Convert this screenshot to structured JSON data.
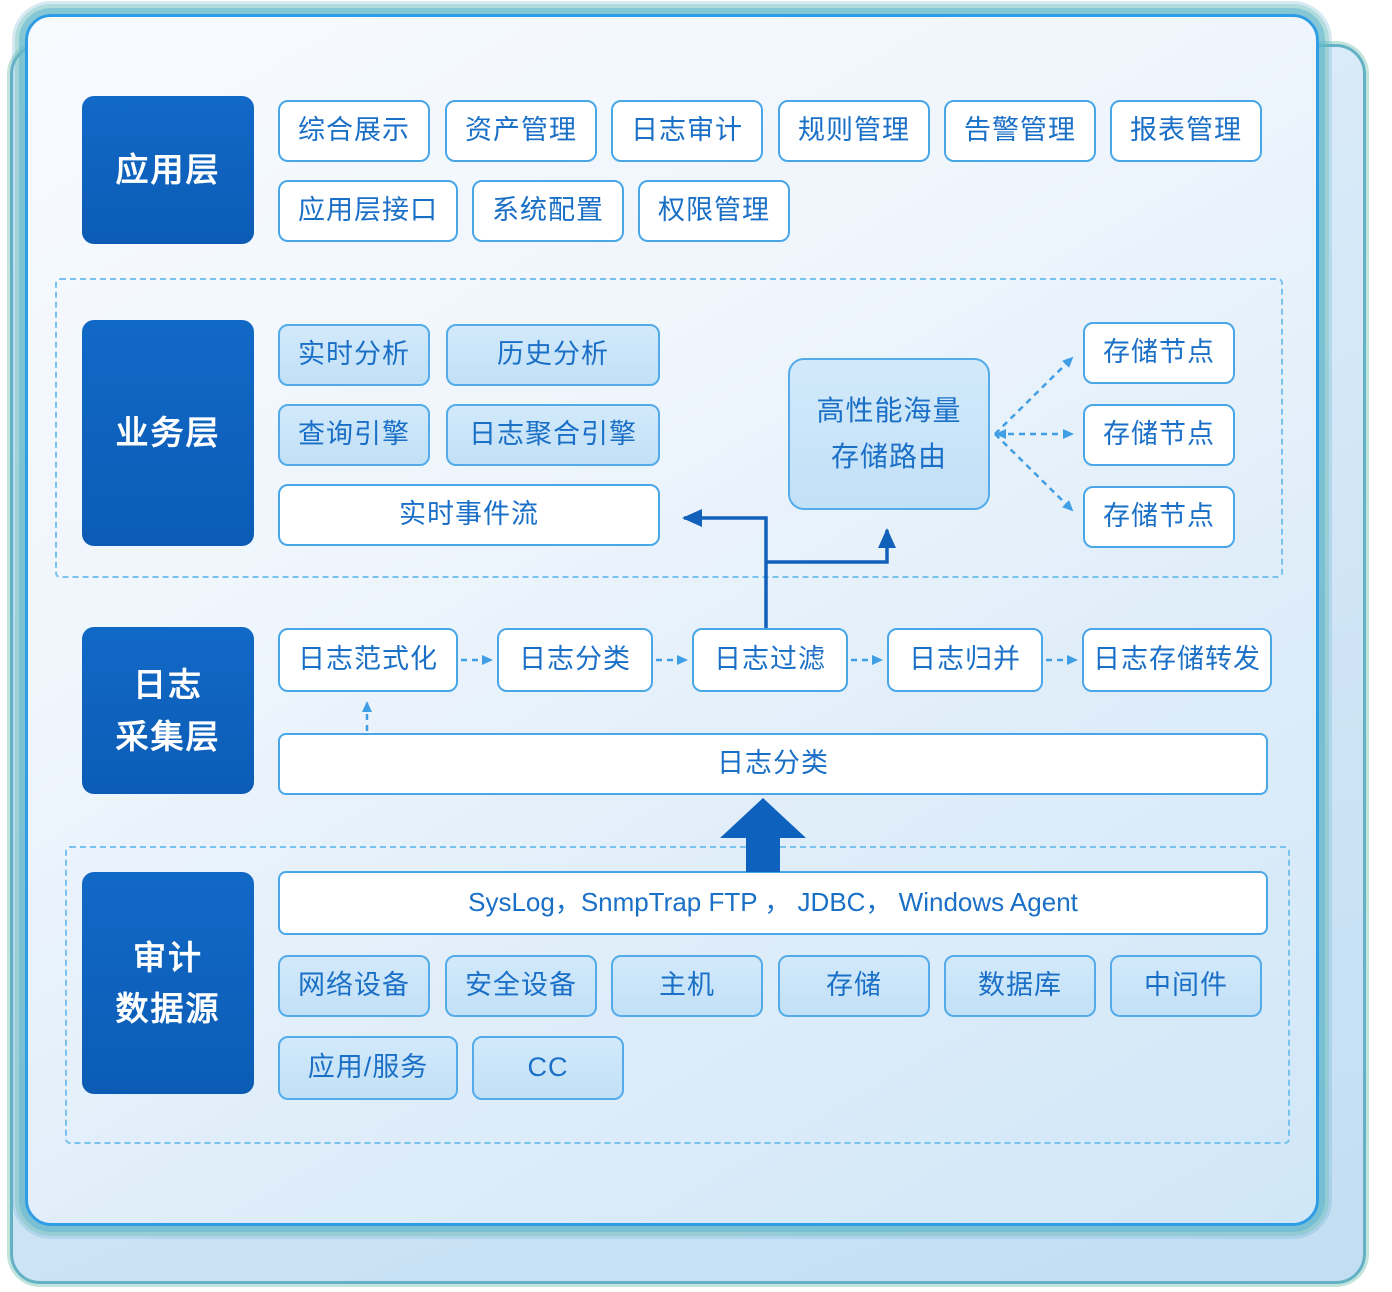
{
  "app_layer": {
    "label": "应用层",
    "row1": [
      "综合展示",
      "资产管理",
      "日志审计",
      "规则管理",
      "告警管理",
      "报表管理"
    ],
    "row2": [
      "应用层接口",
      "系统配置",
      "权限管理"
    ]
  },
  "business_layer": {
    "label": "业务层",
    "realtime_analysis": "实时分析",
    "history_analysis": "历史分析",
    "query_engine": "查询引擎",
    "log_aggregation_engine": "日志聚合引擎",
    "realtime_event_stream": "实时事件流",
    "storage_router_line1": "高性能海量",
    "storage_router_line2": "存储路由",
    "storage_nodes": [
      "存储节点",
      "存储节点",
      "存储节点"
    ]
  },
  "collection_layer": {
    "label_line1": "日志",
    "label_line2": "采集层",
    "pipeline": [
      "日志范式化",
      "日志分类",
      "日志过滤",
      "日志归并",
      "日志存储转发"
    ],
    "classification_bus": "日志分类"
  },
  "audit_layer": {
    "label_line1": "审计",
    "label_line2": "数据源",
    "protocols": "SysLog，SnmpTrap  FTP ， JDBC， Windows Agent",
    "sources_row1": [
      "网络设备",
      "安全设备",
      "主机",
      "存储",
      "数据库",
      "中间件"
    ],
    "sources_row2": [
      "应用/服务",
      "CC"
    ]
  },
  "colors": {
    "primary_dark_blue": "#0e62be",
    "box_text_blue": "#1a6fc6",
    "light_box_fill": "#c9e5f9",
    "box_border_blue": "#49a7e8",
    "dashed_border_blue": "#79c2ee",
    "card_border_blue": "#2f9de5",
    "card_edge_teal": "#63b2c4"
  }
}
